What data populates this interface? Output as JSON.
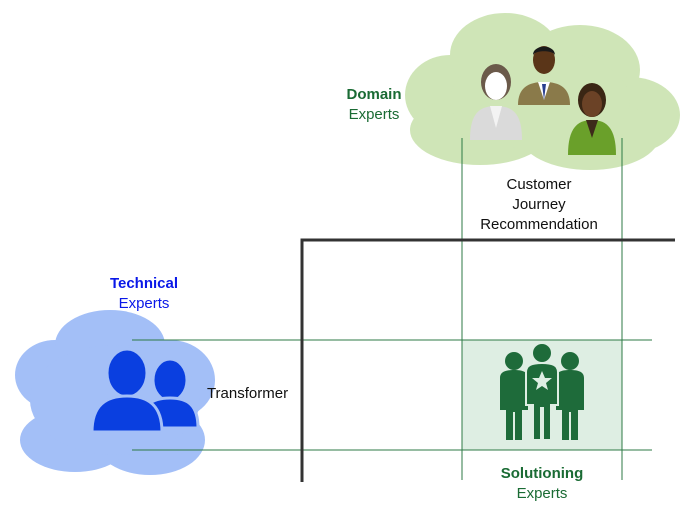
{
  "domain_experts": {
    "title": "Domain",
    "subtitle": "Experts"
  },
  "technical_experts": {
    "title": "Technical",
    "subtitle": "Experts"
  },
  "solutioning_experts": {
    "title": "Solutioning",
    "subtitle": "Experts"
  },
  "column_label": [
    "Customer",
    "Journey",
    "Recommendation"
  ],
  "row_label": "Transformer",
  "colors": {
    "domain_cloud": "#cfe5b7",
    "technical_cloud": "#a3bff7",
    "technical_icon": "#0a3fe0",
    "solution_box": "#deeee3",
    "solution_icon": "#1e6b3a",
    "grid_line": "#2d7a45",
    "axis_line": "#333333"
  },
  "icons": [
    "business-people-icon",
    "user-group-icon",
    "team-star-icon"
  ]
}
